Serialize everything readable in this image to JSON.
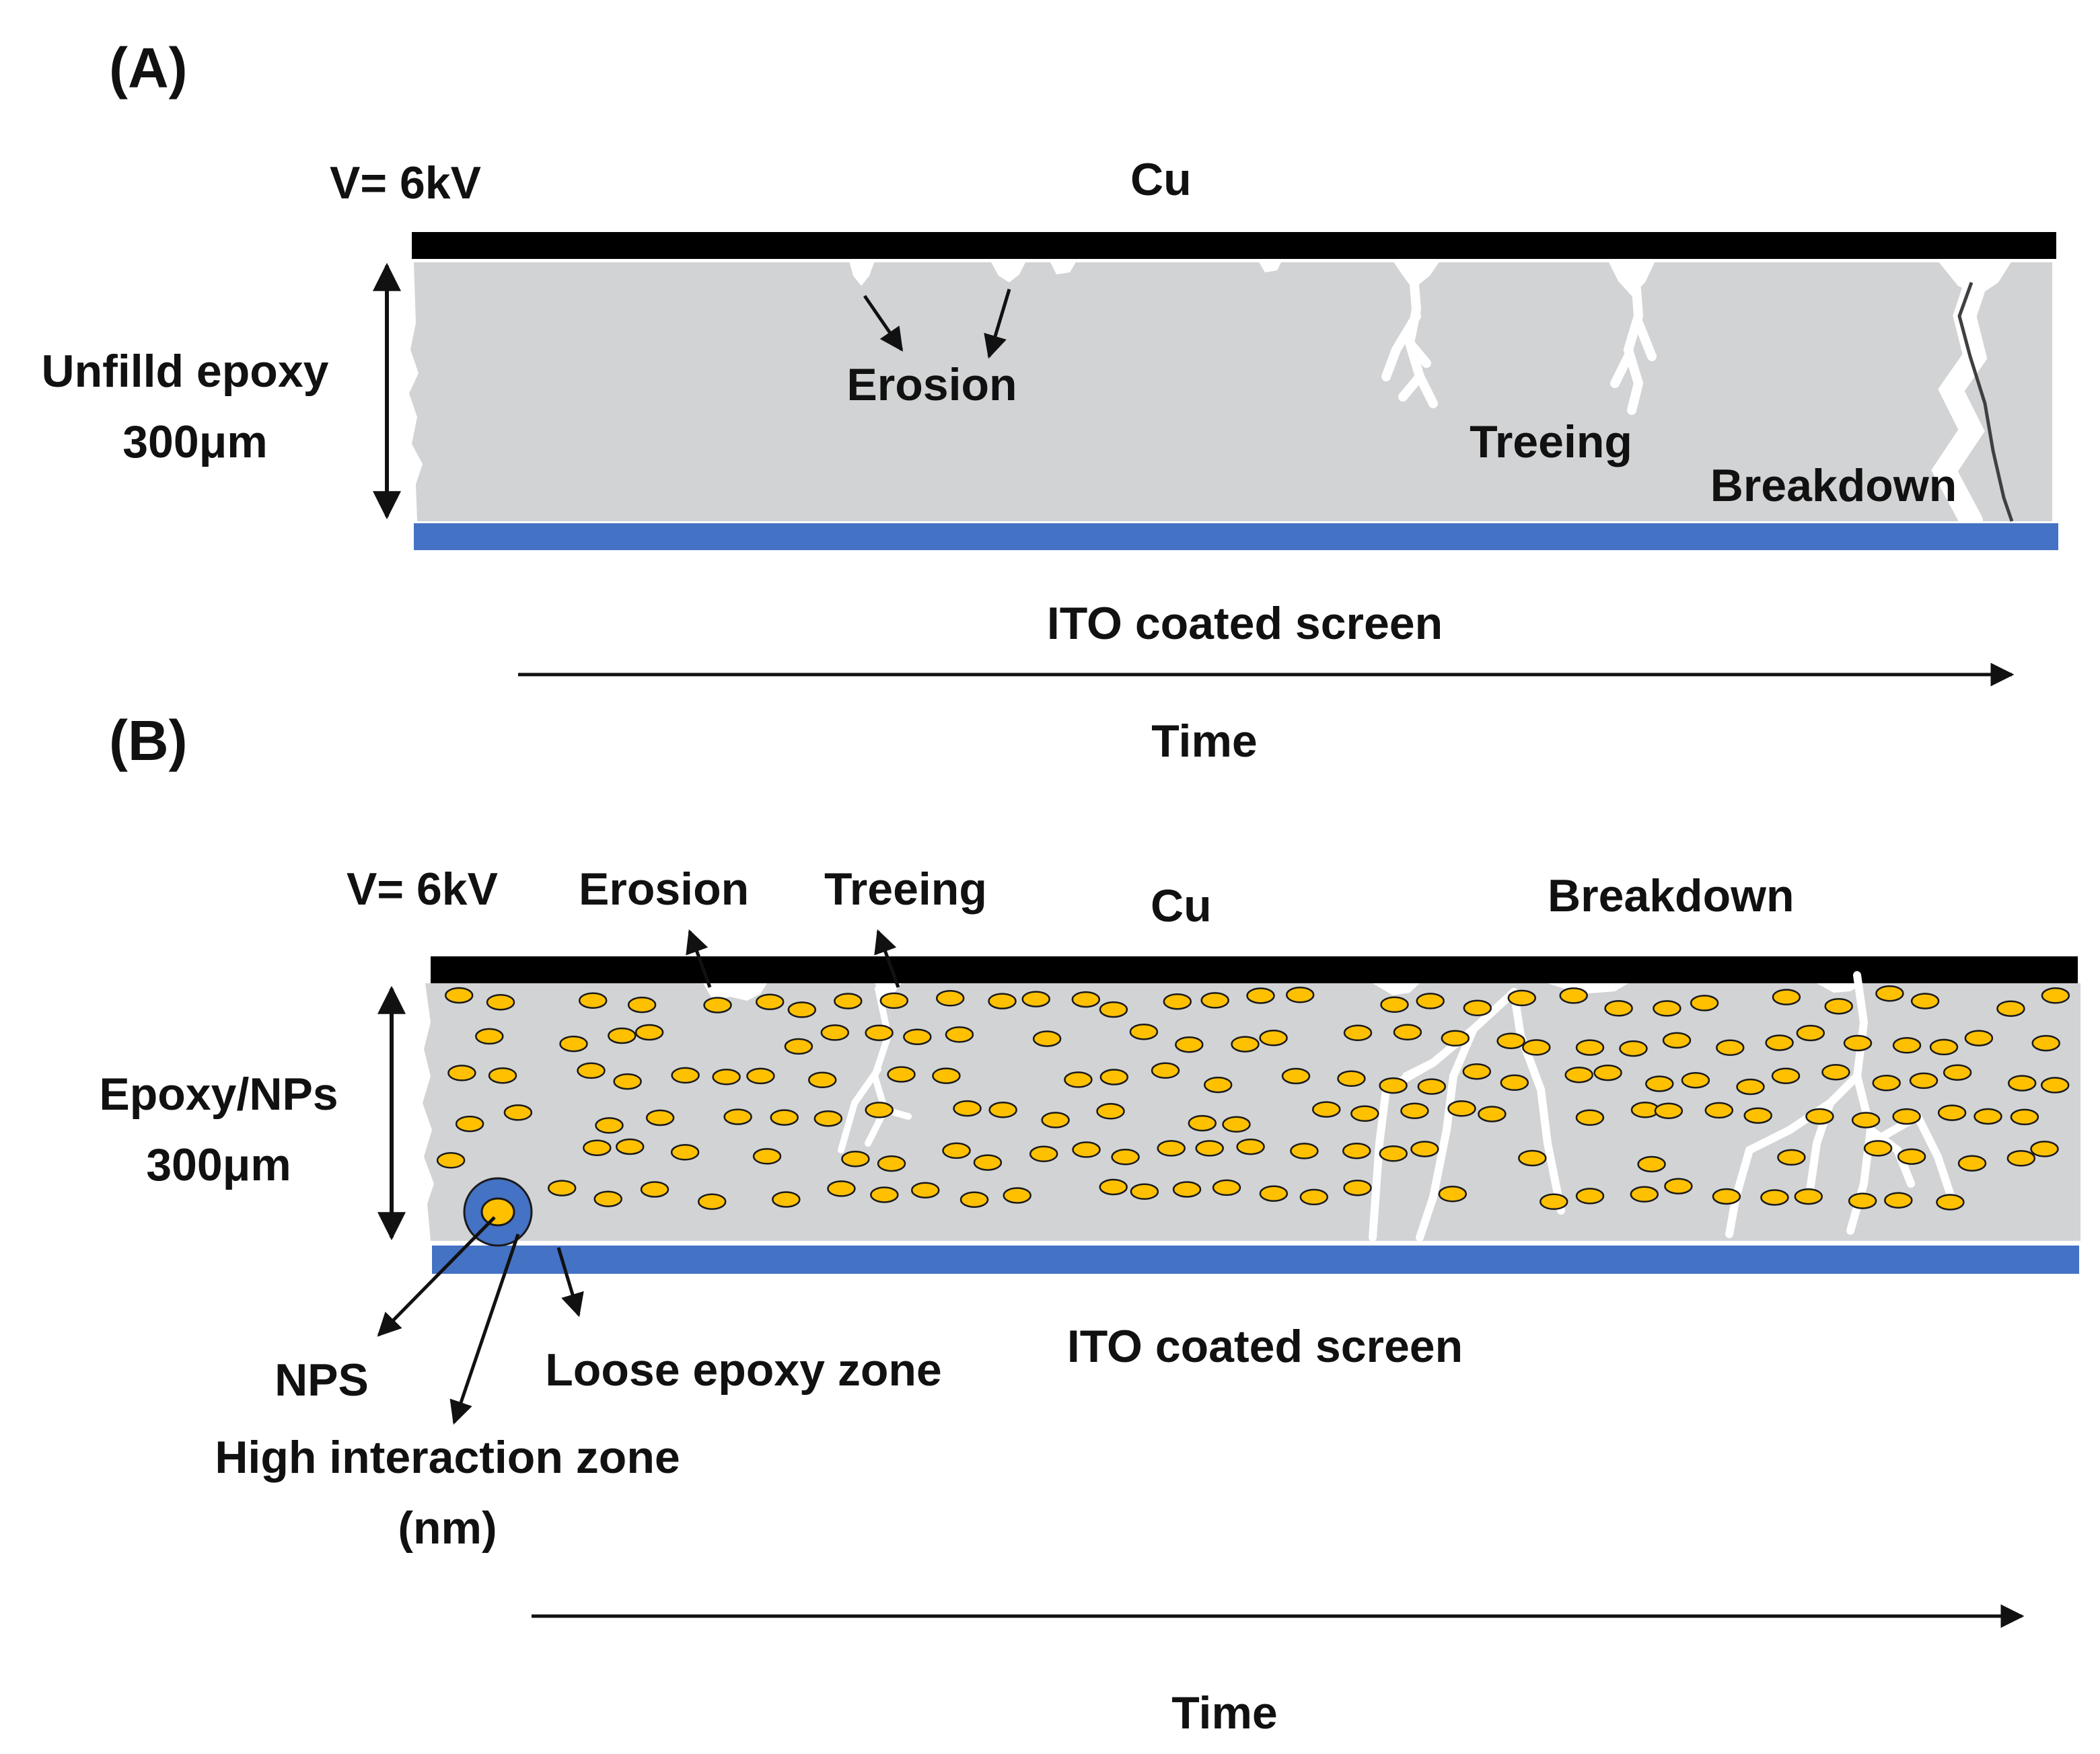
{
  "colors": {
    "background": "#ffffff",
    "epoxy": "#d2d3d5",
    "electrode_cu": "#000000",
    "electrode_ito": "#4472c4",
    "nanoparticle_fill": "#ffc000",
    "nanoparticle_edge": "#1a1a1a",
    "tree": "#ffffff",
    "breakdown_path": "#404040",
    "arrow": "#111111"
  },
  "panel_a": {
    "label": "(A)",
    "voltage": "V= 6kV",
    "top_electrode": "Cu",
    "material": "Unfilld epoxy",
    "thickness": "300μm",
    "stage_erosion": "Erosion",
    "stage_treeing": "Treeing",
    "stage_breakdown": "Breakdown",
    "bottom_electrode": "ITO coated screen",
    "time_axis": "Time"
  },
  "panel_b": {
    "label": "(B)",
    "voltage": "V= 6kV",
    "stage_erosion": "Erosion",
    "stage_treeing": "Treeing",
    "top_electrode": "Cu",
    "stage_breakdown": "Breakdown",
    "material": "Epoxy/NPs",
    "thickness": "300μm",
    "bottom_electrode": "ITO coated screen",
    "nps_label": "NPS",
    "loose_zone_label": "Loose epoxy zone",
    "interaction_zone_line1": "High interaction zone",
    "interaction_zone_line2": "(nm)",
    "time_axis": "Time"
  }
}
